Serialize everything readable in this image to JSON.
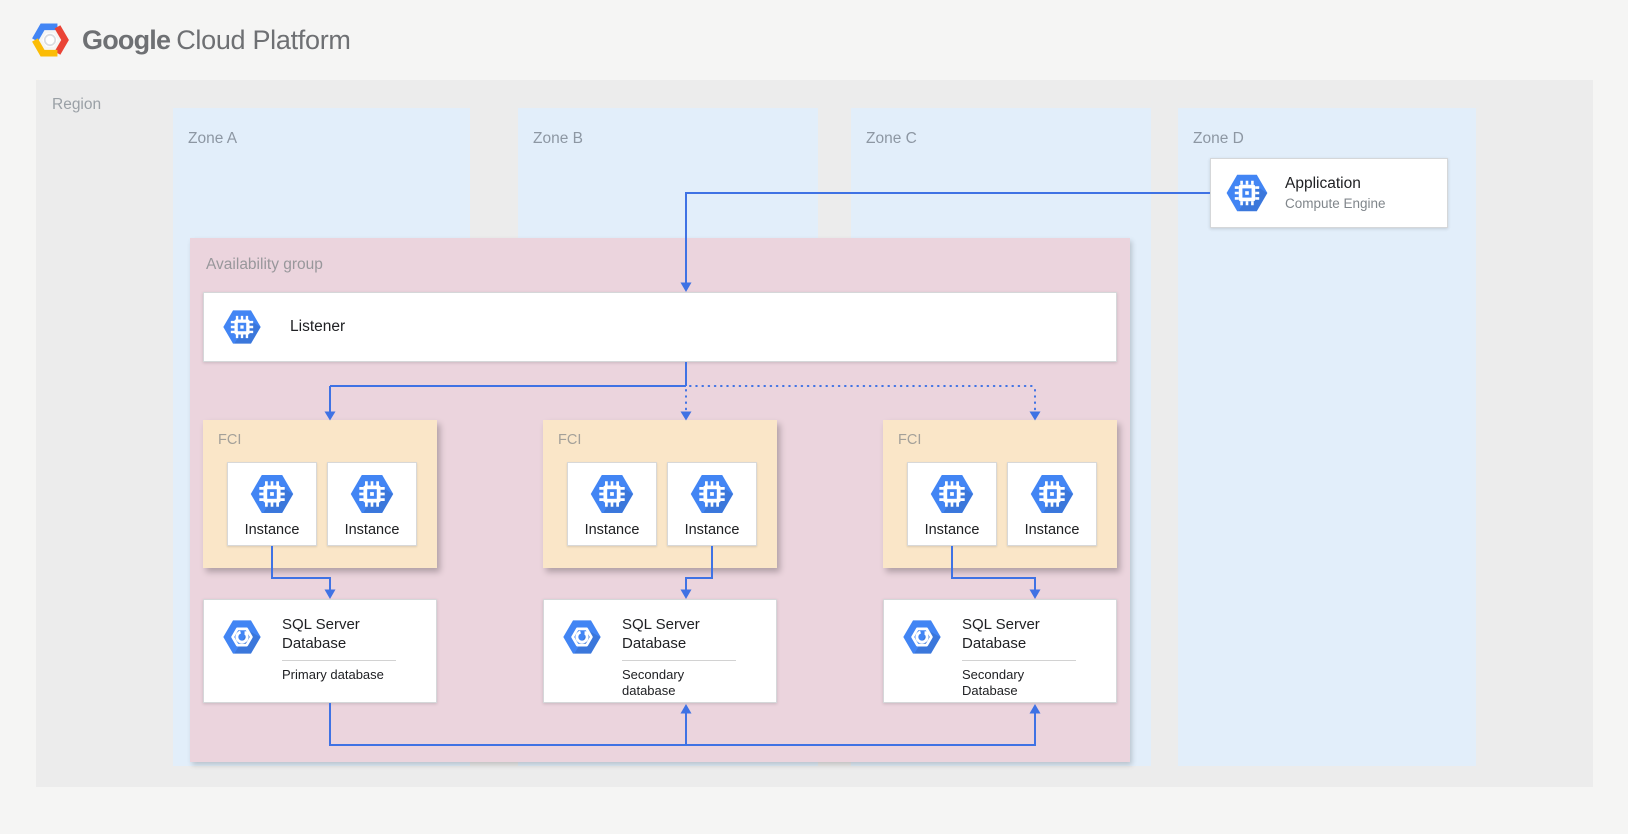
{
  "header": {
    "logo": {
      "icon": "google-cloud-platform-logo",
      "primary": "Google",
      "secondary": "Cloud Platform"
    }
  },
  "region": {
    "label": "Region"
  },
  "zones": [
    {
      "label": "Zone A"
    },
    {
      "label": "Zone B"
    },
    {
      "label": "Zone C"
    },
    {
      "label": "Zone D"
    }
  ],
  "application": {
    "title": "Application",
    "subtitle": "Compute Engine",
    "icon": "compute-engine-icon"
  },
  "availability_group": {
    "label": "Availability group",
    "listener": {
      "title": "Listener",
      "icon": "compute-engine-icon"
    },
    "fci_groups": [
      {
        "label": "FCI",
        "instances": [
          {
            "label": "Instance",
            "icon": "compute-engine-icon"
          },
          {
            "label": "Instance",
            "icon": "compute-engine-icon"
          }
        ]
      },
      {
        "label": "FCI",
        "instances": [
          {
            "label": "Instance",
            "icon": "compute-engine-icon"
          },
          {
            "label": "Instance",
            "icon": "compute-engine-icon"
          }
        ]
      },
      {
        "label": "FCI",
        "instances": [
          {
            "label": "Instance",
            "icon": "compute-engine-icon"
          },
          {
            "label": "Instance",
            "icon": "compute-engine-icon"
          }
        ]
      }
    ],
    "databases": [
      {
        "title": "SQL Server Database",
        "subtitle": "Primary database",
        "icon": "cloud-sql-icon"
      },
      {
        "title": "SQL Server Database",
        "subtitle": "Secondary database",
        "icon": "cloud-sql-icon"
      },
      {
        "title": "SQL Server Database",
        "subtitle": "Secondary Database",
        "icon": "cloud-sql-icon"
      }
    ]
  },
  "connections": [
    {
      "from": "application",
      "to": "listener",
      "style": "solid"
    },
    {
      "from": "listener",
      "to": "fci-1",
      "style": "solid"
    },
    {
      "from": "listener",
      "to": "fci-2",
      "style": "solid"
    },
    {
      "from": "listener",
      "to": "fci-3",
      "style": "dotted"
    },
    {
      "from": "fci-1-instance-1",
      "to": "database-1",
      "style": "solid"
    },
    {
      "from": "fci-2-instance-2",
      "to": "database-2",
      "style": "solid"
    },
    {
      "from": "fci-3-instance-1",
      "to": "database-3",
      "style": "solid"
    },
    {
      "from": "database-1",
      "to": "database-2",
      "style": "solid"
    },
    {
      "from": "database-1",
      "to": "database-3",
      "style": "solid"
    }
  ],
  "palette": {
    "page_bg": "#F5F5F4",
    "region_fill": "#ECECEC",
    "zone_fill": "#E2EEFA",
    "availability_group_fill": "#EBD4DD",
    "fci_fill": "#FAE6C8",
    "arrow_blue": "#3F72E4",
    "icon_blue": "#4285F4",
    "logo_blue": "#4285F4",
    "logo_red": "#EA4335",
    "logo_yellow": "#FBBC05",
    "text_dark": "#202124",
    "text_gray": "#9AA0A6"
  }
}
